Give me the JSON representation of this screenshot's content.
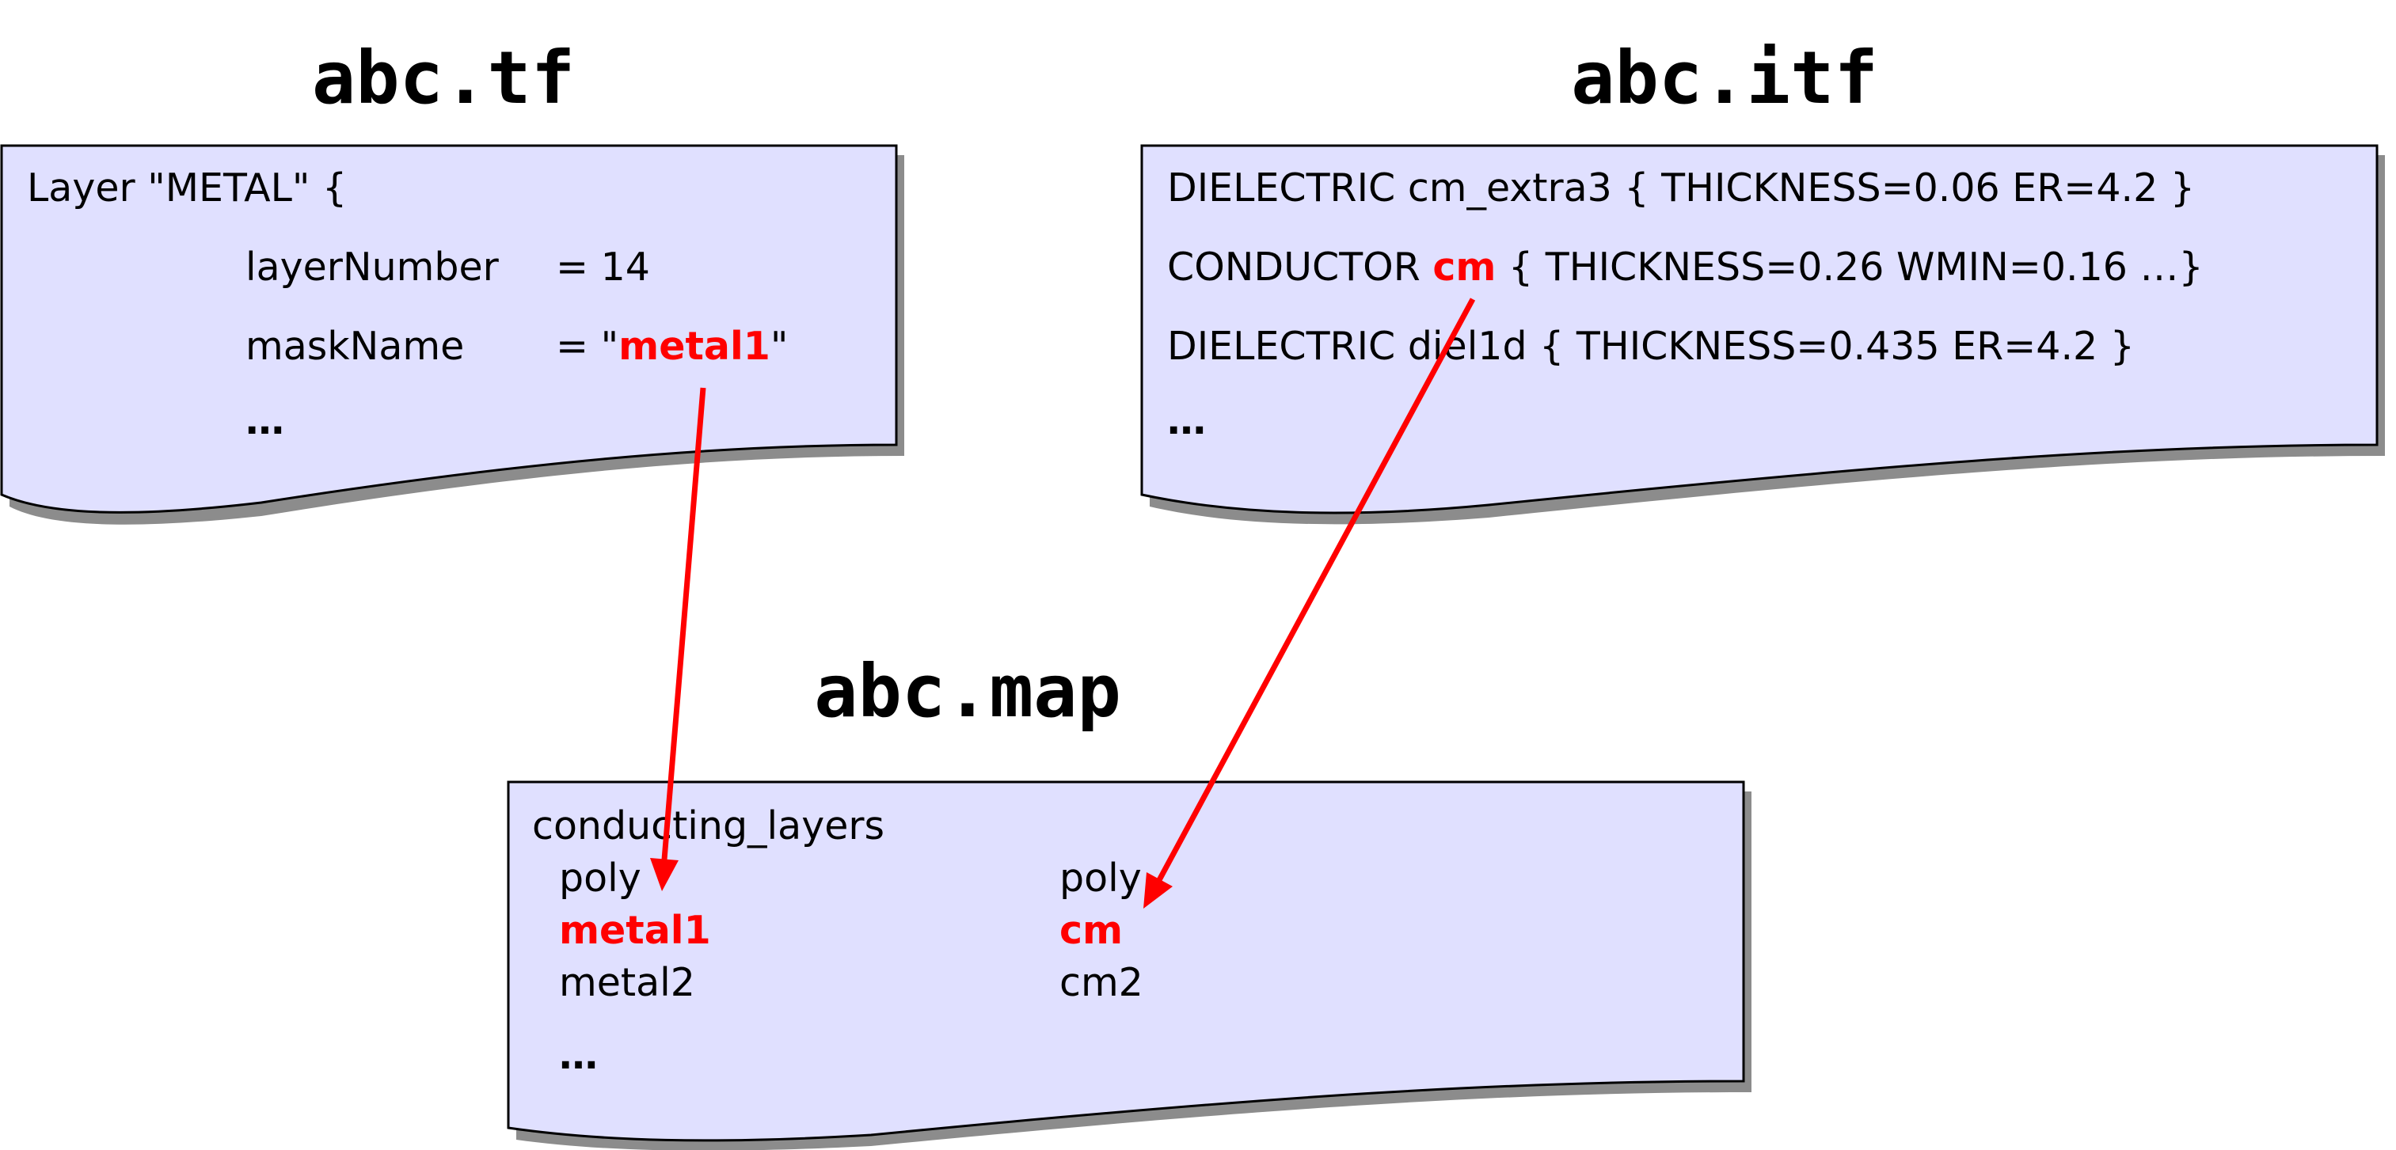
{
  "documents": {
    "tf": {
      "title": "abc.tf",
      "line1": "Layer  \"METAL\" {",
      "line2_key": "layerNumber",
      "line2_val": "= 14",
      "line3_key": "maskName",
      "line3_pre": "= \"",
      "line3_hl": "metal1",
      "line3_post": "\"",
      "ellipsis": "…"
    },
    "itf": {
      "title": "abc.itf",
      "line1": "DIELECTRIC cm_extra3 { THICKNESS=0.06 ER=4.2 }",
      "line2_pre": "CONDUCTOR ",
      "line2_hl": "cm",
      "line2_post": " { THICKNESS=0.26 WMIN=0.16 …}",
      "line3": "DIELECTRIC diel1d { THICKNESS=0.435 ER=4.2 }",
      "ellipsis": "…"
    },
    "map": {
      "title": "abc.map",
      "header": "conducting_layers",
      "rows": [
        {
          "left": "poly",
          "right": "poly"
        },
        {
          "left": "metal1",
          "right": "cm"
        },
        {
          "left": "metal2",
          "right": "cm2"
        }
      ],
      "ellipsis": "…"
    }
  },
  "colors": {
    "sheet_fill": "#e0e0ff",
    "highlight": "#ff0000",
    "arrow": "#ff0000",
    "shadow": "#8c8c8c"
  },
  "arrows": [
    {
      "from": "tf.maskName.metal1",
      "to": "map.row.poly.left"
    },
    {
      "from": "itf.CONDUCTOR.cm",
      "to": "map.row.poly.right"
    }
  ]
}
